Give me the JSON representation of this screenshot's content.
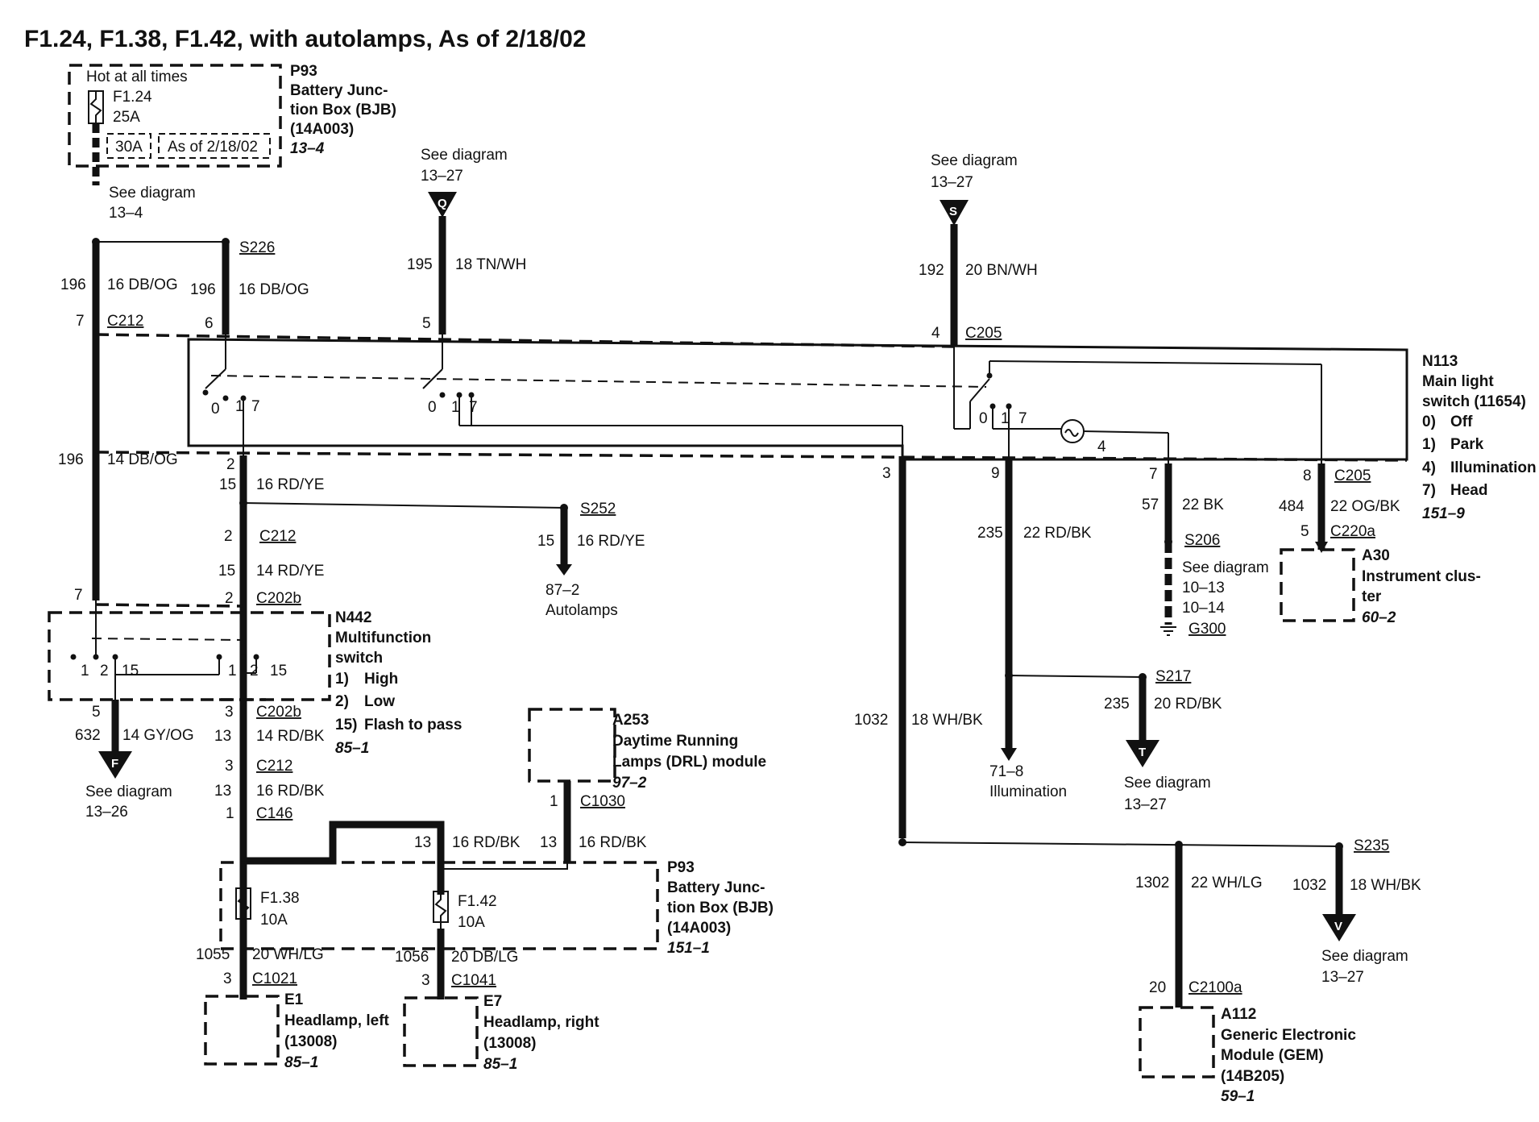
{
  "title": "F1.24, F1.38, F1.42, with autolamps, As of 2/18/02",
  "bjb_top": {
    "hot": "Hot at all times",
    "fuse": "F1.24",
    "amp": "25A",
    "alt_amp": "30A",
    "alt_note": "As of 2/18/02",
    "id": "P93",
    "name1": "Battery Junc-",
    "name2": "tion Box (BJB)",
    "part": "(14A003)",
    "ref": "13–4"
  },
  "see_top": {
    "label": "See diagram",
    "ref": "13–4"
  },
  "connector_q": {
    "letter": "Q",
    "label": "See diagram",
    "ref": "13–27",
    "circuit": "195",
    "wire": "18 TN/WH",
    "pin": "5"
  },
  "connector_s": {
    "letter": "S",
    "label": "See diagram",
    "ref": "13–27",
    "circuit": "192",
    "wire": "20 BN/WH",
    "pin": "4",
    "conn": "C205"
  },
  "s226": "S226",
  "left_feed": {
    "circuit": "196",
    "wire": "16 DB/OG",
    "pin": "7",
    "conn": "C212"
  },
  "s226_feed": {
    "circuit": "196",
    "wire": "16 DB/OG",
    "pin": "6"
  },
  "main_switch": {
    "id": "N113",
    "name1": "Main light",
    "name2": "switch (11654)",
    "pos": [
      {
        "n": "0)",
        "label": "Off"
      },
      {
        "n": "1)",
        "label": "Park"
      },
      {
        "n": "4)",
        "label": "Illumination"
      },
      {
        "n": "7)",
        "label": "Head"
      }
    ],
    "ref": "151–9",
    "lamp_pin": "4"
  },
  "switch_labels": {
    "p0": "0",
    "p1": "1",
    "p7": "7"
  },
  "left_14": {
    "circuit": "196",
    "wire": "14 DB/OG"
  },
  "head_out": {
    "pin": "2",
    "circuit": "15",
    "wire": "16 RD/YE"
  },
  "s252": {
    "id": "S252",
    "circuit": "15",
    "wire": "16 RD/YE",
    "ref": "87–2",
    "label": "Autolamps"
  },
  "c212_mid": {
    "pin": "2",
    "conn": "C212",
    "circuit": "15",
    "wire": "14 RD/YE"
  },
  "c202b_top": {
    "pin": "2",
    "conn": "C202b"
  },
  "left_pin7": "7",
  "mfs": {
    "id": "N442",
    "name1": "Multifunction",
    "name2": "switch",
    "pos": [
      {
        "n": "1)",
        "label": "High"
      },
      {
        "n": "2)",
        "label": "Low"
      },
      {
        "n": "15)",
        "label": "Flash to pass"
      }
    ],
    "ref": "85–1",
    "p1": "1",
    "p2": "2",
    "p15": "15"
  },
  "connector_f": {
    "letter": "F",
    "pin": "5",
    "circuit": "632",
    "wire": "14 GY/OG",
    "label": "See diagram",
    "ref": "13–26"
  },
  "c202b_bot": {
    "pin": "3",
    "conn": "C202b",
    "circuit": "13",
    "wire": "14 RD/BK"
  },
  "c212_bot": {
    "pin": "3",
    "conn": "C212",
    "circuit": "13",
    "wire": "16 RD/BK"
  },
  "c146": {
    "pin": "1",
    "conn": "C146"
  },
  "drl": {
    "id": "A253",
    "name1": "Daytime Running",
    "name2": "Lamps (DRL) module",
    "ref": "97–2",
    "pin": "1",
    "conn": "C1030",
    "circuit": "13",
    "wire": "16 RD/BK"
  },
  "bjb_jumper": {
    "circuit": "13",
    "wire": "16 RD/BK"
  },
  "bjb_bot": {
    "f1": "F1.38",
    "a1": "10A",
    "f2": "F1.42",
    "a2": "10A",
    "id": "P93",
    "name1": "Battery Junc-",
    "name2": "tion Box (BJB)",
    "part": "(14A003)",
    "ref": "151–1"
  },
  "hl_left": {
    "circuit": "1055",
    "wire": "20 WH/LG",
    "pin": "3",
    "conn": "C1021",
    "id": "E1",
    "name1": "Headlamp, left",
    "part": "(13008)",
    "ref": "85–1"
  },
  "hl_right": {
    "circuit": "1056",
    "wire": "20 DB/LG",
    "pin": "3",
    "conn": "C1041",
    "id": "E7",
    "name1": "Headlamp, right",
    "part": "(13008)",
    "ref": "85–1"
  },
  "park_out": {
    "pin": "3",
    "circuit": "1032",
    "wire": "18 WH/BK"
  },
  "illum_out": {
    "pin": "9",
    "circuit": "235",
    "wire": "22 RD/BK",
    "ref": "71–8",
    "label": "Illumination"
  },
  "gnd": {
    "pin": "7",
    "circuit": "57",
    "wire": "22 BK",
    "splice": "S206",
    "label": "See diagram",
    "r1": "10–13",
    "r2": "10–14",
    "ground": "G300"
  },
  "cluster": {
    "pin": "8",
    "conn": "C205",
    "circuit": "484",
    "wire": "22 OG/BK",
    "pin2": "5",
    "conn2": "C220a",
    "id": "A30",
    "name1": "Instrument clus-",
    "name2": "ter",
    "ref": "60–2"
  },
  "s217": {
    "id": "S217",
    "circuit": "235",
    "wire": "20 RD/BK",
    "letter": "T",
    "label": "See diagram",
    "ref": "13–27"
  },
  "s235": {
    "id": "S235",
    "circuit": "1032",
    "wire": "18 WH/BK",
    "letter": "V",
    "label": "See diagram",
    "ref": "13–27"
  },
  "gem": {
    "circuit": "1302",
    "wire": "22 WH/LG",
    "pin": "20",
    "conn": "C2100a",
    "id": "A112",
    "name1": "Generic Electronic",
    "name2": "Module (GEM)",
    "part": "(14B205)",
    "ref": "59–1"
  }
}
